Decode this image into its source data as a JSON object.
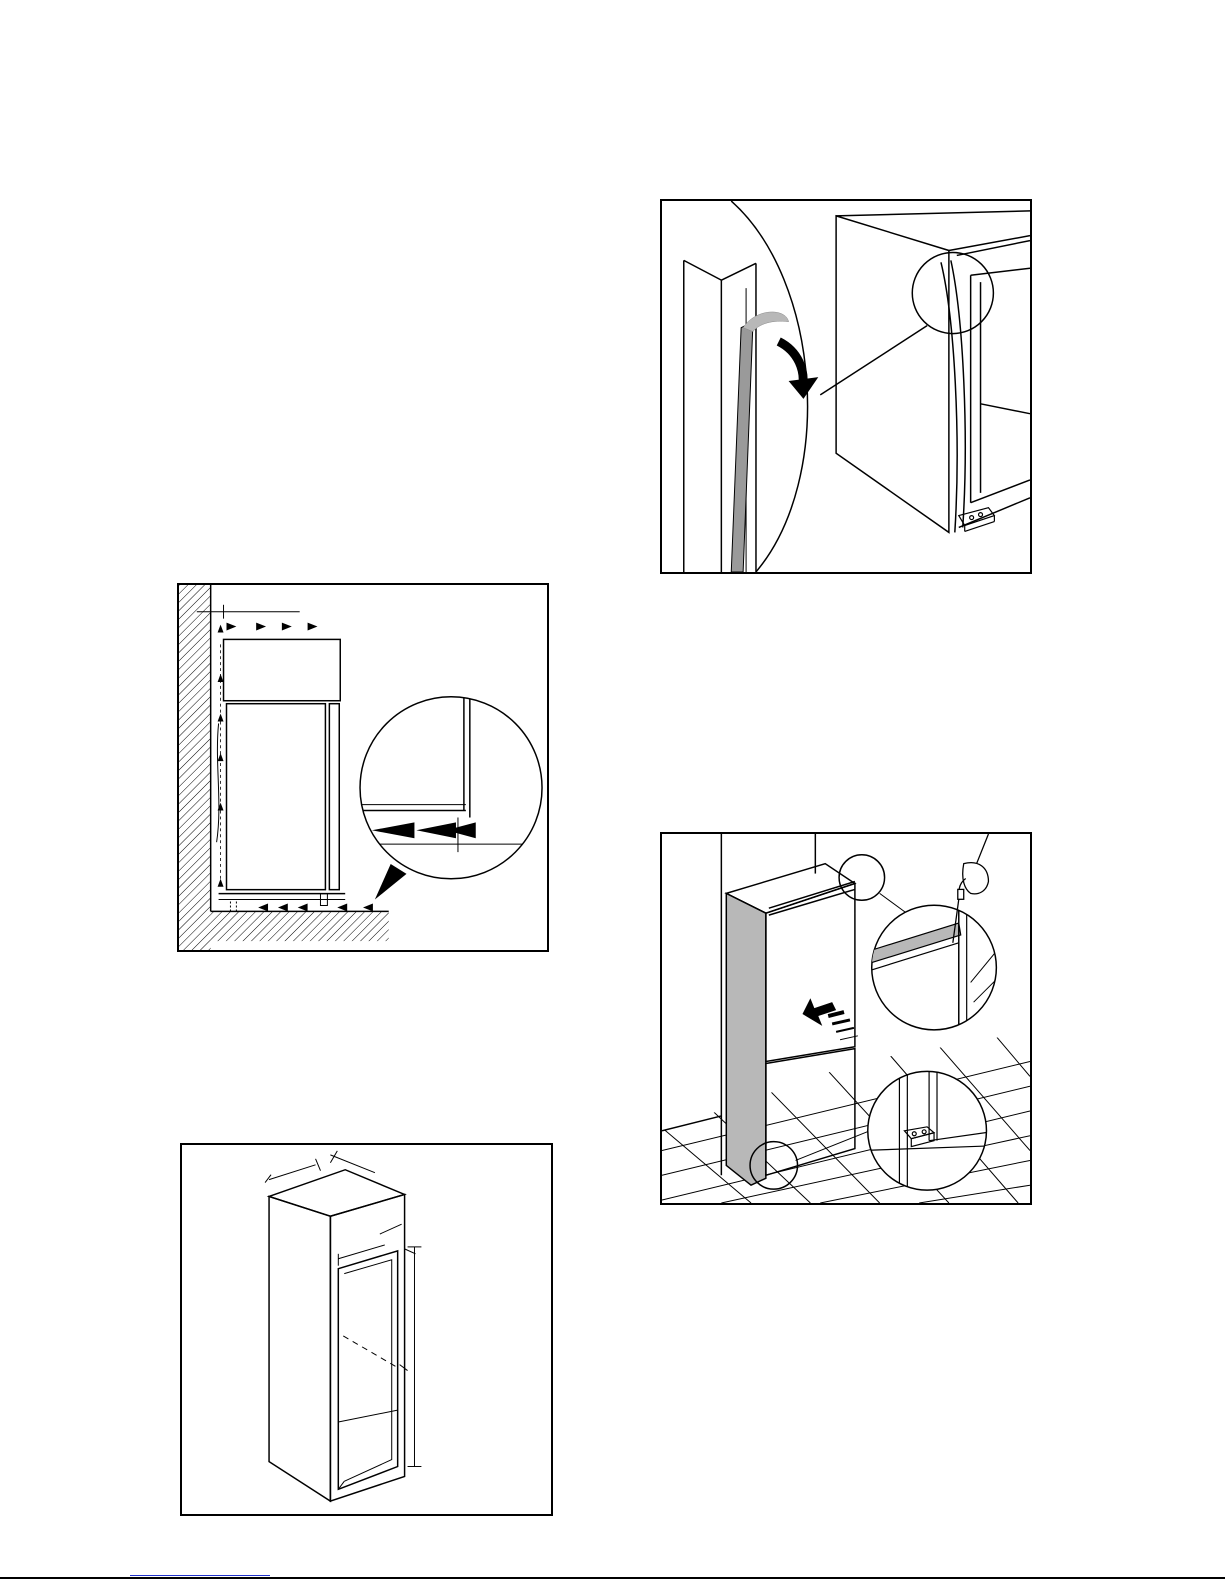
{
  "page": {
    "figures": [
      {
        "name": "ventilation-clearance-diagram"
      },
      {
        "name": "niche-dimensions-diagram"
      },
      {
        "name": "door-seal-diagram"
      },
      {
        "name": "appliance-insertion-diagram"
      }
    ]
  },
  "colors": {
    "line": "#000000",
    "background": "#ffffff",
    "seal_grey": "#9a9a9a",
    "panel_grey": "#b8b8b8",
    "footer_link": "#2233cc"
  }
}
